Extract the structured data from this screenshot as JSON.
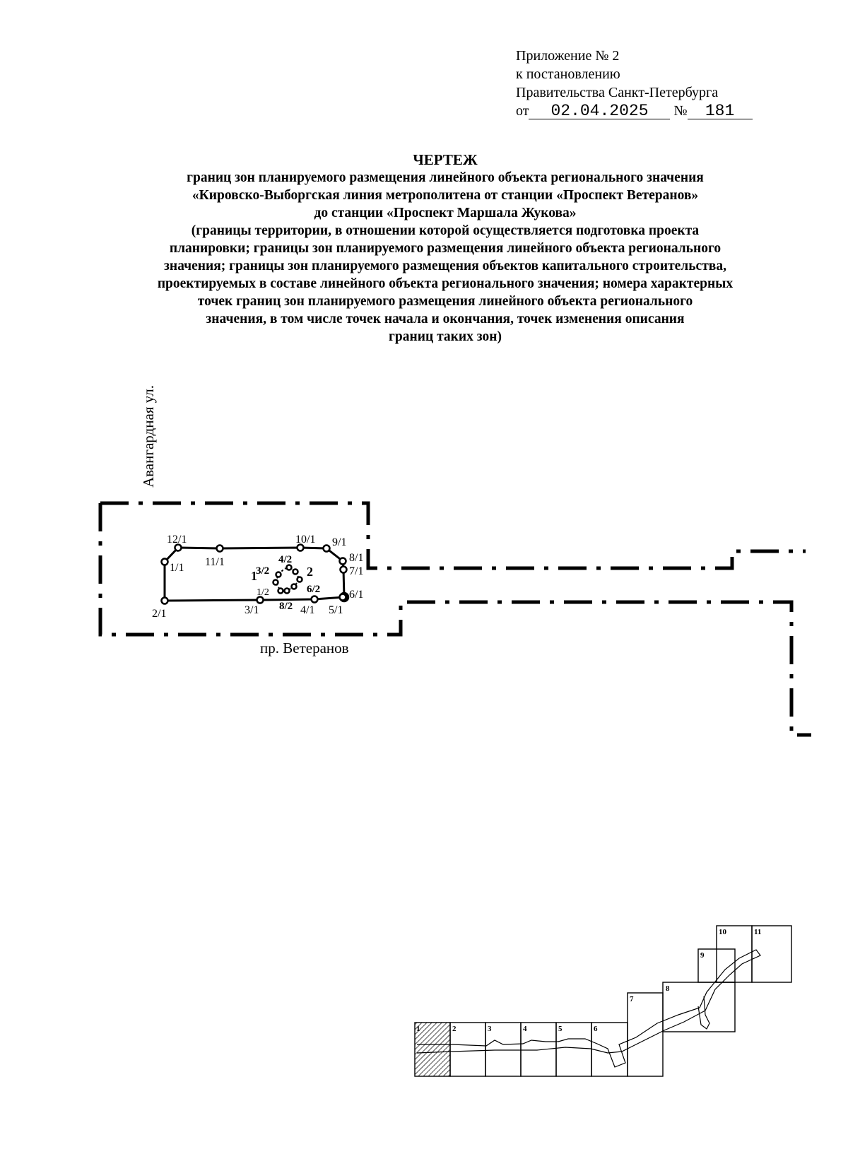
{
  "appendix": {
    "line1": "Приложение № 2",
    "line2": "к постановлению",
    "line3": "Правительства Санкт-Петербурга",
    "from_prefix": "от",
    "date": "02.04.2025",
    "number_prefix": "№",
    "number": "181"
  },
  "title": {
    "heading": "ЧЕРТЕЖ",
    "lines": [
      "границ зон планируемого размещения линейного объекта регионального значения",
      "«Кировско-Выборгская линия метрополитена от станции «Проспект Ветеранов»",
      "до станции «Проспект Маршала Жукова»",
      "(границы территории, в отношении которой осуществляется подготовка проекта",
      "планировки; границы зон планируемого размещения линейного объекта регионального",
      "значения; границы зон планируемого размещения объектов капитального строительства,",
      "проектируемых в составе линейного объекта регионального значения; номера характерных",
      "точек границ зон планируемого размещения линейного объекта регионального",
      "значения, в том числе точек начала и окончания, точек изменения описания",
      "границ таких зон)"
    ]
  },
  "streets": {
    "vertical": "Авангардная ул.",
    "horizontal": "пр. Ветеранов"
  },
  "points": {
    "p12_1": "12/1",
    "p11_1": "11/1",
    "p10_1": "10/1",
    "p9_1": "9/1",
    "p8_1": "8/1",
    "p7_1": "7/1",
    "p6_1": "6/1",
    "p5_1": "5/1",
    "p4_1": "4/1",
    "p3_1": "3/1",
    "p2_1": "2/1",
    "p1_1": "1/1",
    "p1_2": "1/2",
    "p3_2": "3/2",
    "p4_2": "4/2",
    "p6_2": "6/2",
    "p8_2": "8/2",
    "zone1": "1",
    "zone2": "2"
  },
  "key_map": {
    "sheets": [
      "1",
      "2",
      "3",
      "4",
      "5",
      "6",
      "7",
      "8",
      "9",
      "10",
      "11"
    ]
  }
}
